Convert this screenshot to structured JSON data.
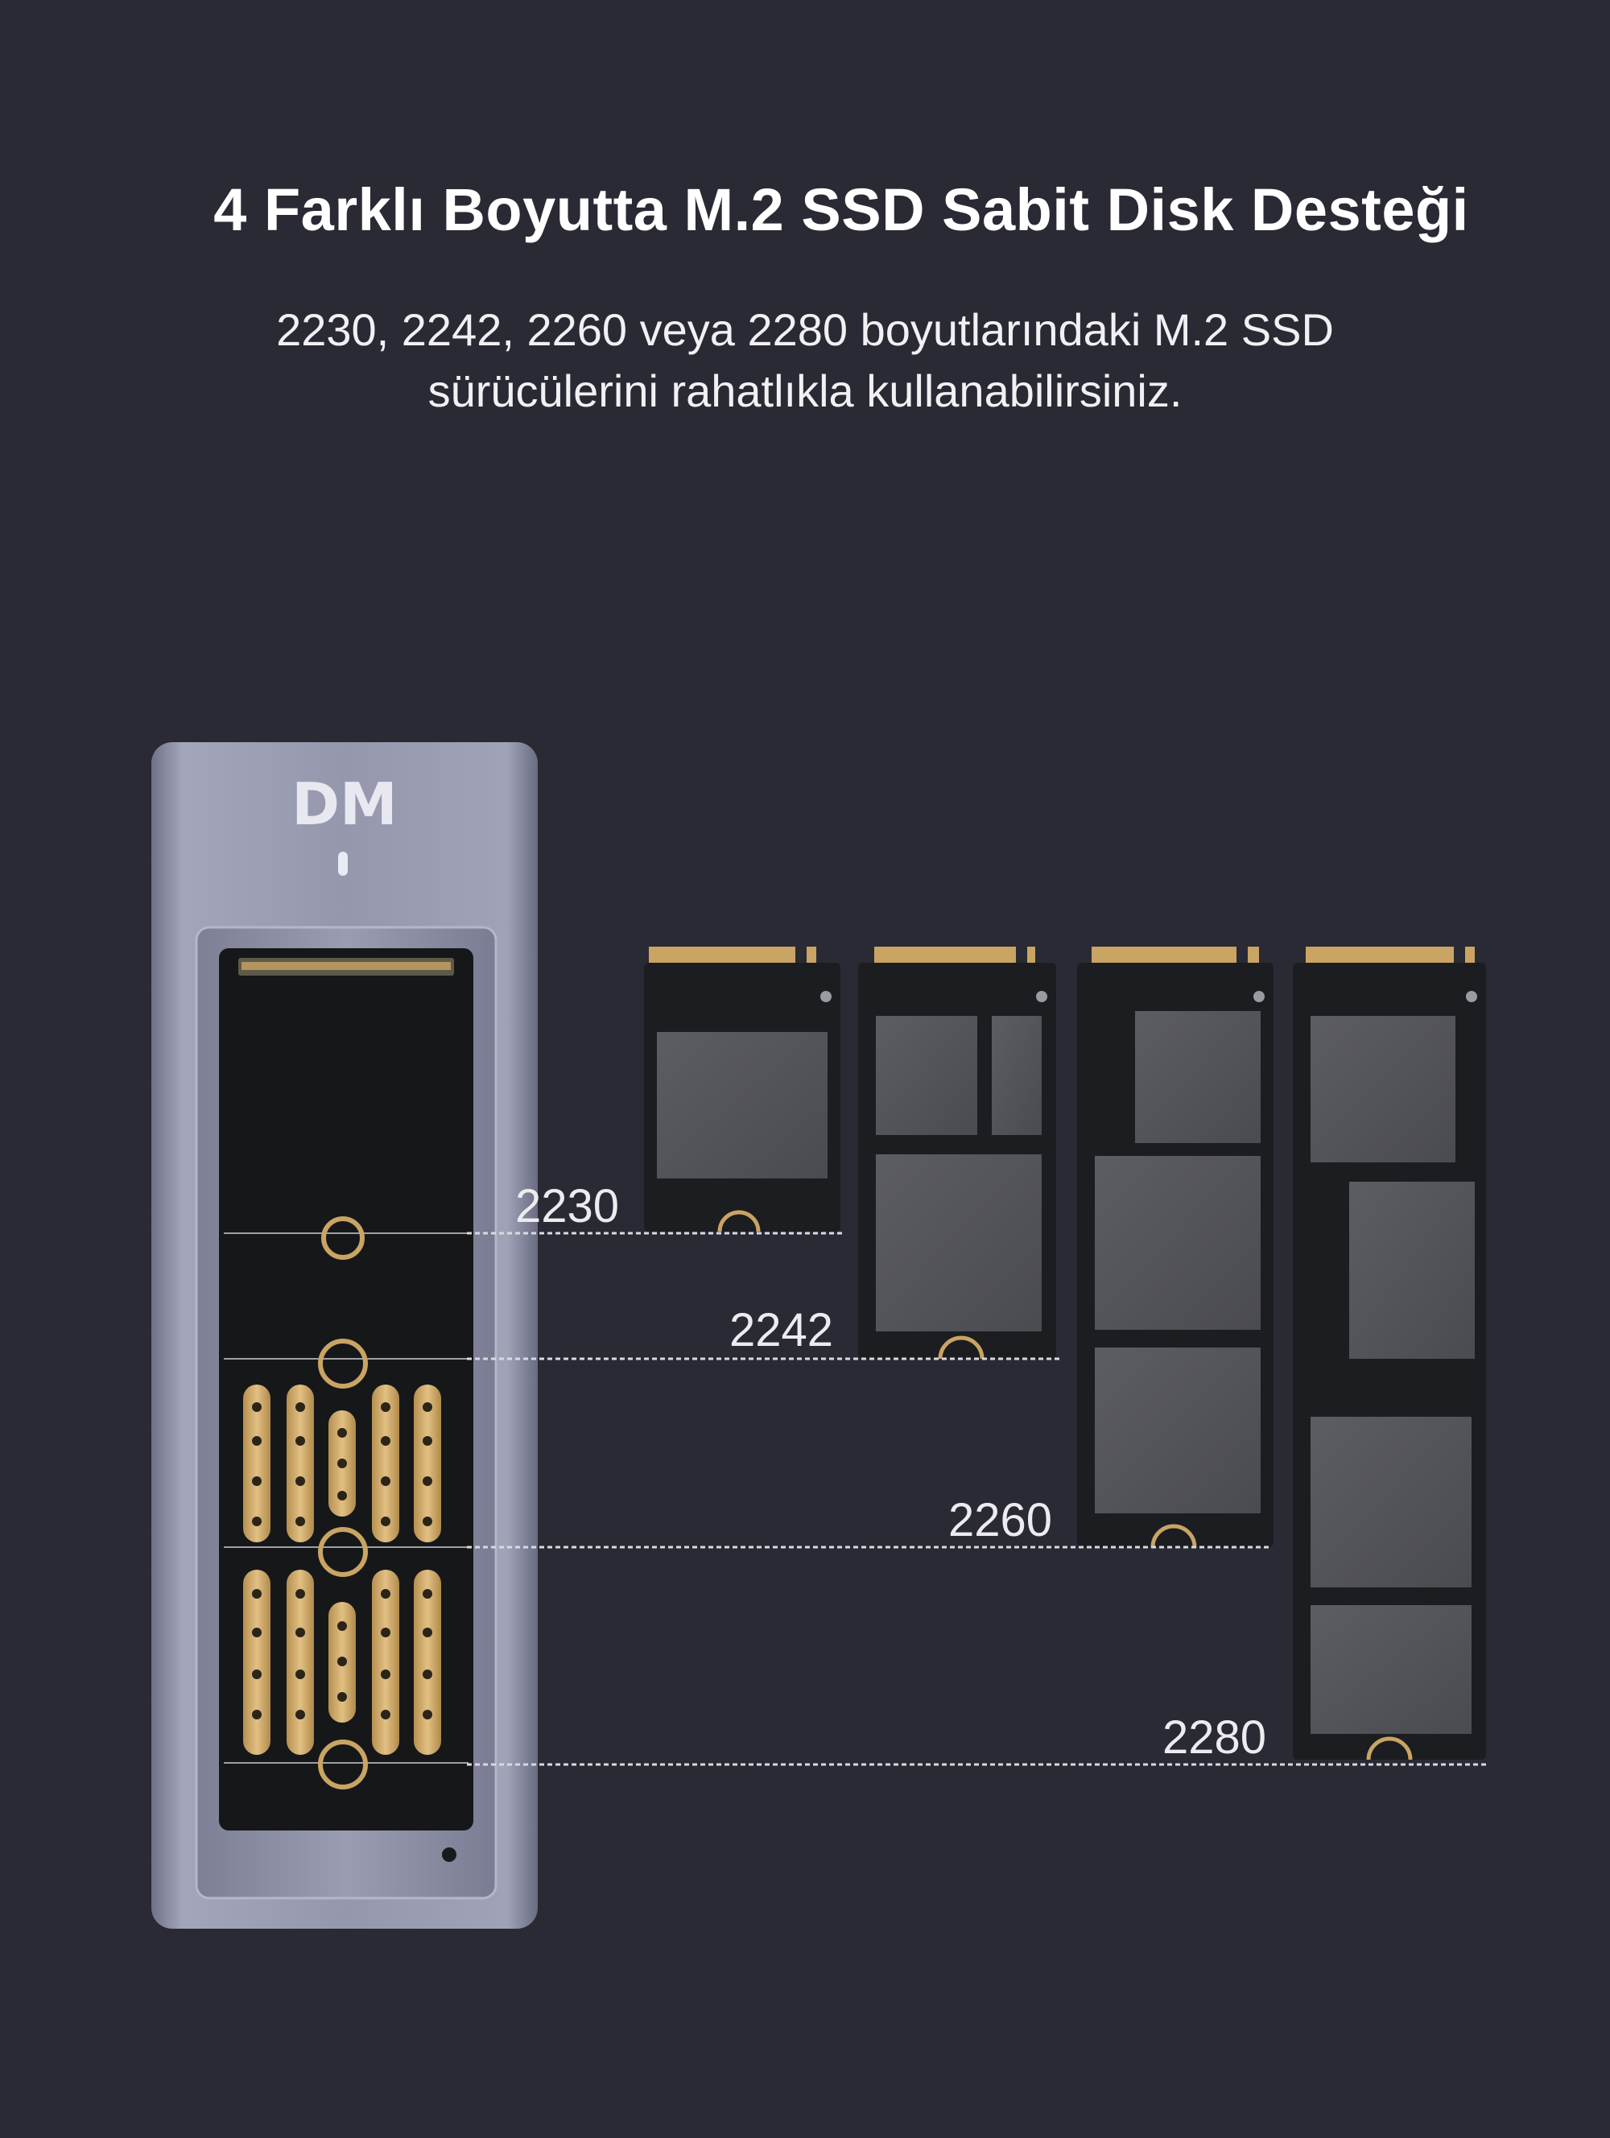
{
  "heading": {
    "title": "4 Farklı Boyutta M.2 SSD Sabit Disk Desteği",
    "description_line1": "2230, 2242, 2260 veya 2280 boyutlarındaki M.2 SSD",
    "description_line2": "sürücülerini rahatlıkla kullanabilirsiniz."
  },
  "enclosure": {
    "brand_logo": "DM",
    "indicator_icon": "status-led-icon"
  },
  "ssd_sizes": [
    {
      "label": "2230"
    },
    {
      "label": "2242"
    },
    {
      "label": "2260"
    },
    {
      "label": "2280"
    }
  ],
  "colors": {
    "background": "#2a2a35",
    "enclosure_body": "#8e90a6",
    "pcb": "#1c1d20",
    "chip": "#55565b",
    "gold_contacts": "#c9a463",
    "guide_line": "#d9d9de"
  }
}
